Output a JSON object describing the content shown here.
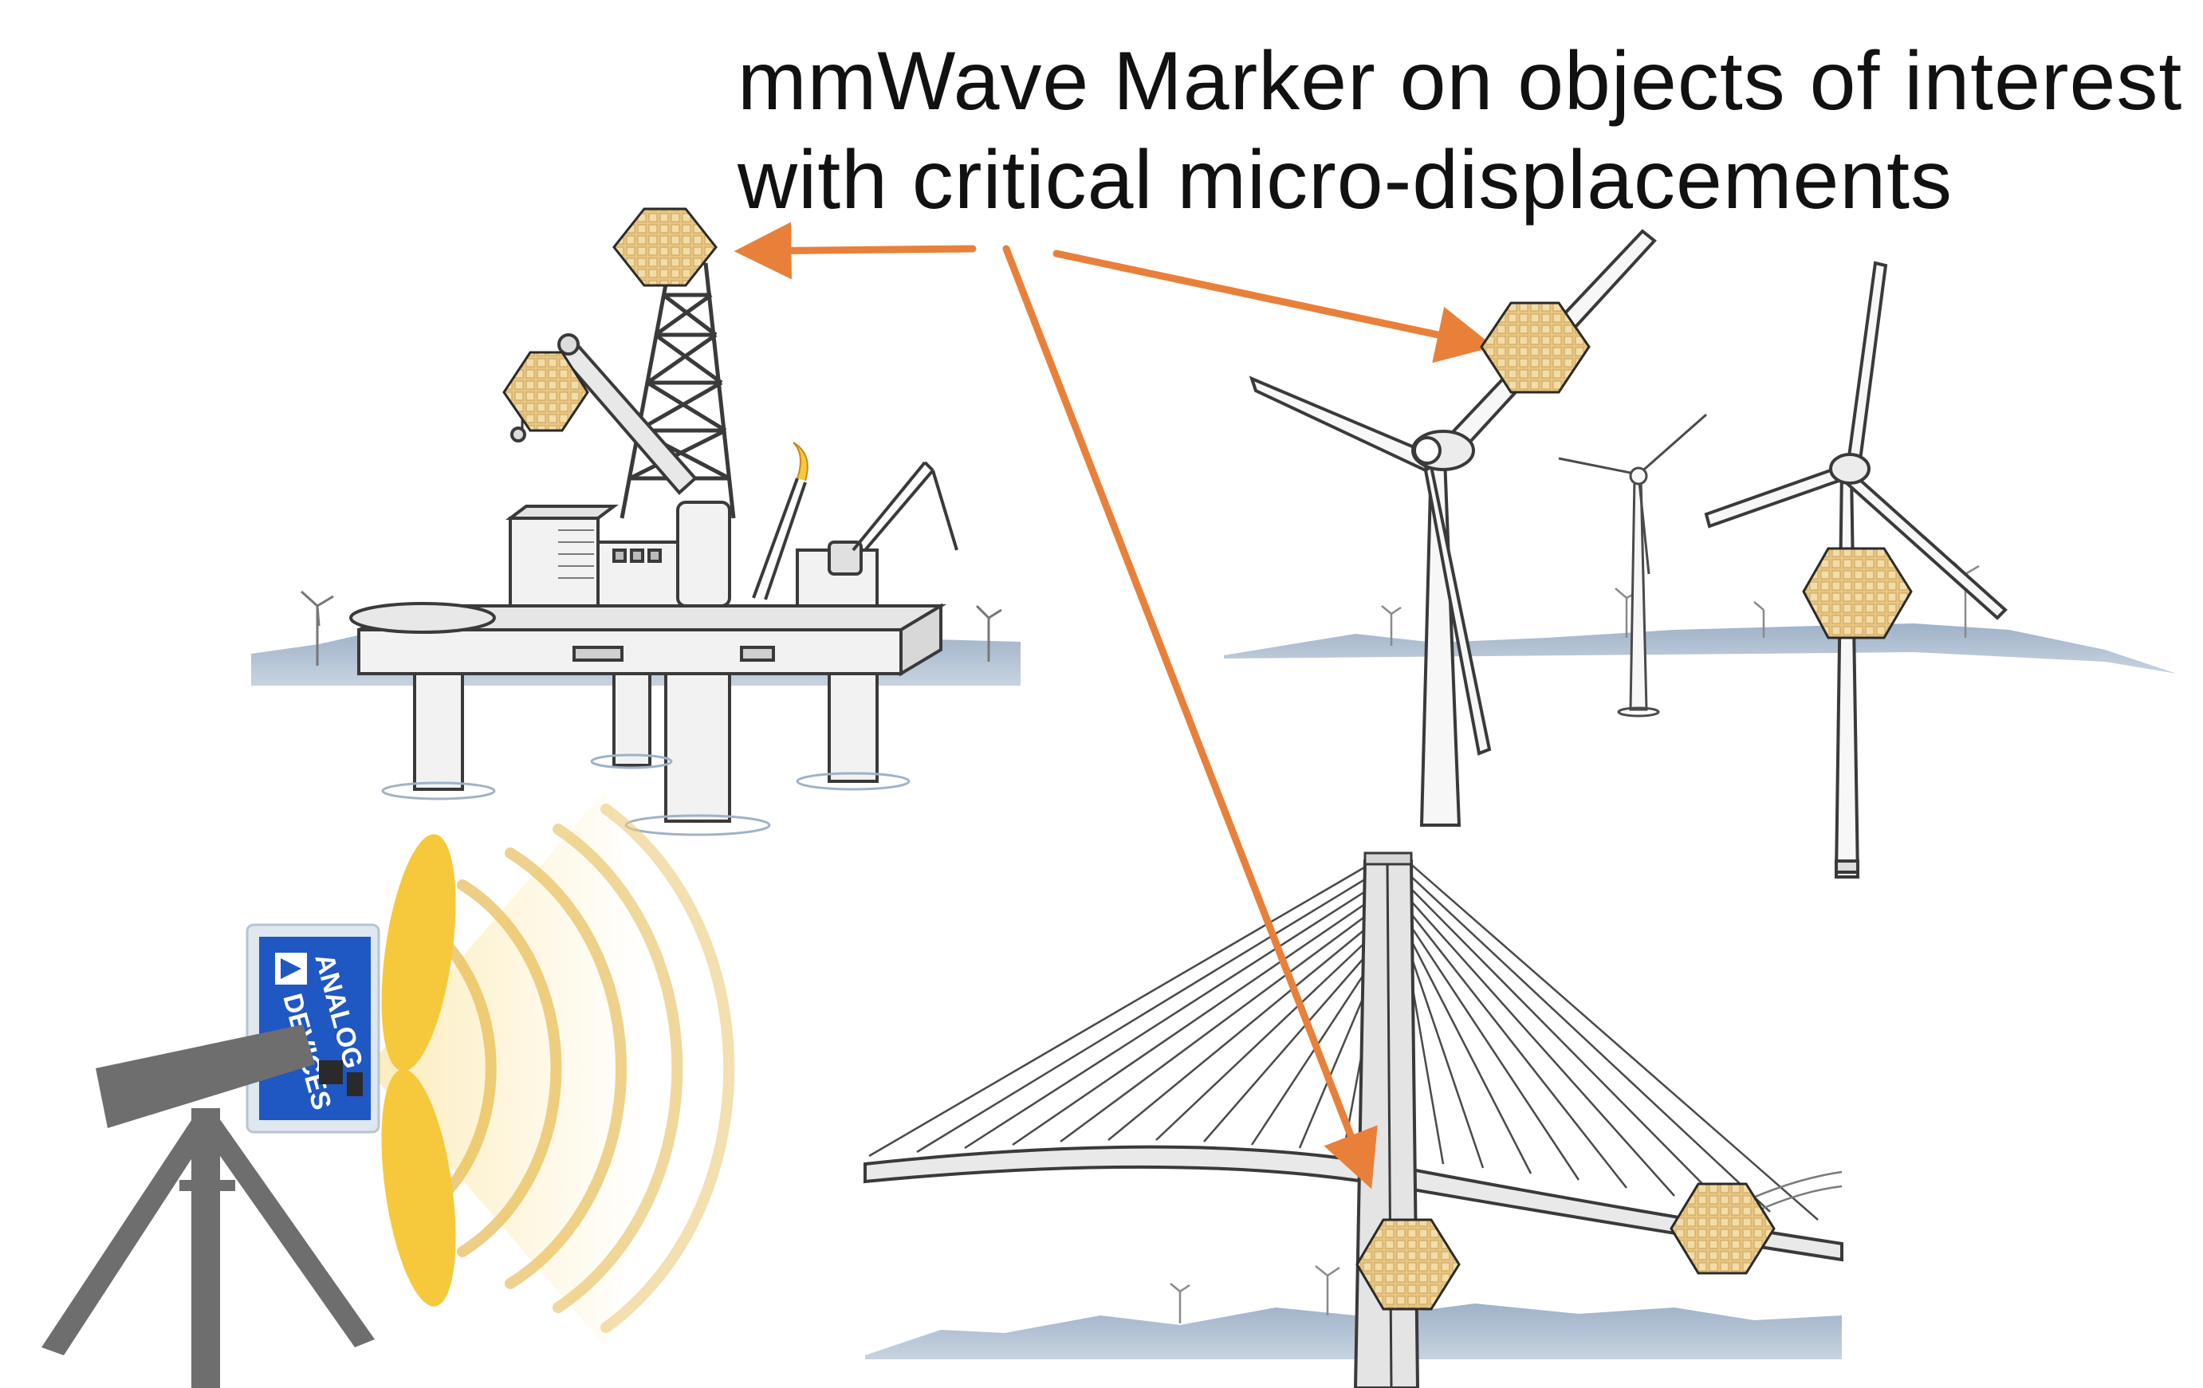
{
  "caption": {
    "line1": "mmWave Marker on objects of interest",
    "line2": "with critical micro-displacements"
  },
  "device": {
    "brand_line1": "ANALOG",
    "brand_line2": "DEVICES"
  },
  "colors": {
    "arrow": "#e8803a",
    "marker_fill": "#e8c581",
    "marker_stroke": "#2a2a2a",
    "sea": "#a7b8cc",
    "tripod": "#6e6e6e",
    "beam": "#f6c93c",
    "board": "#1f57c3",
    "line_art": "#3a3a3a"
  },
  "icons": {
    "marker": "hexagon-grid-marker-icon",
    "radar": "radar-sensor-icon",
    "oil_rig": "oil-rig-illustration",
    "wind_turbine": "wind-turbine-illustration",
    "bridge": "cable-stayed-bridge-illustration"
  }
}
